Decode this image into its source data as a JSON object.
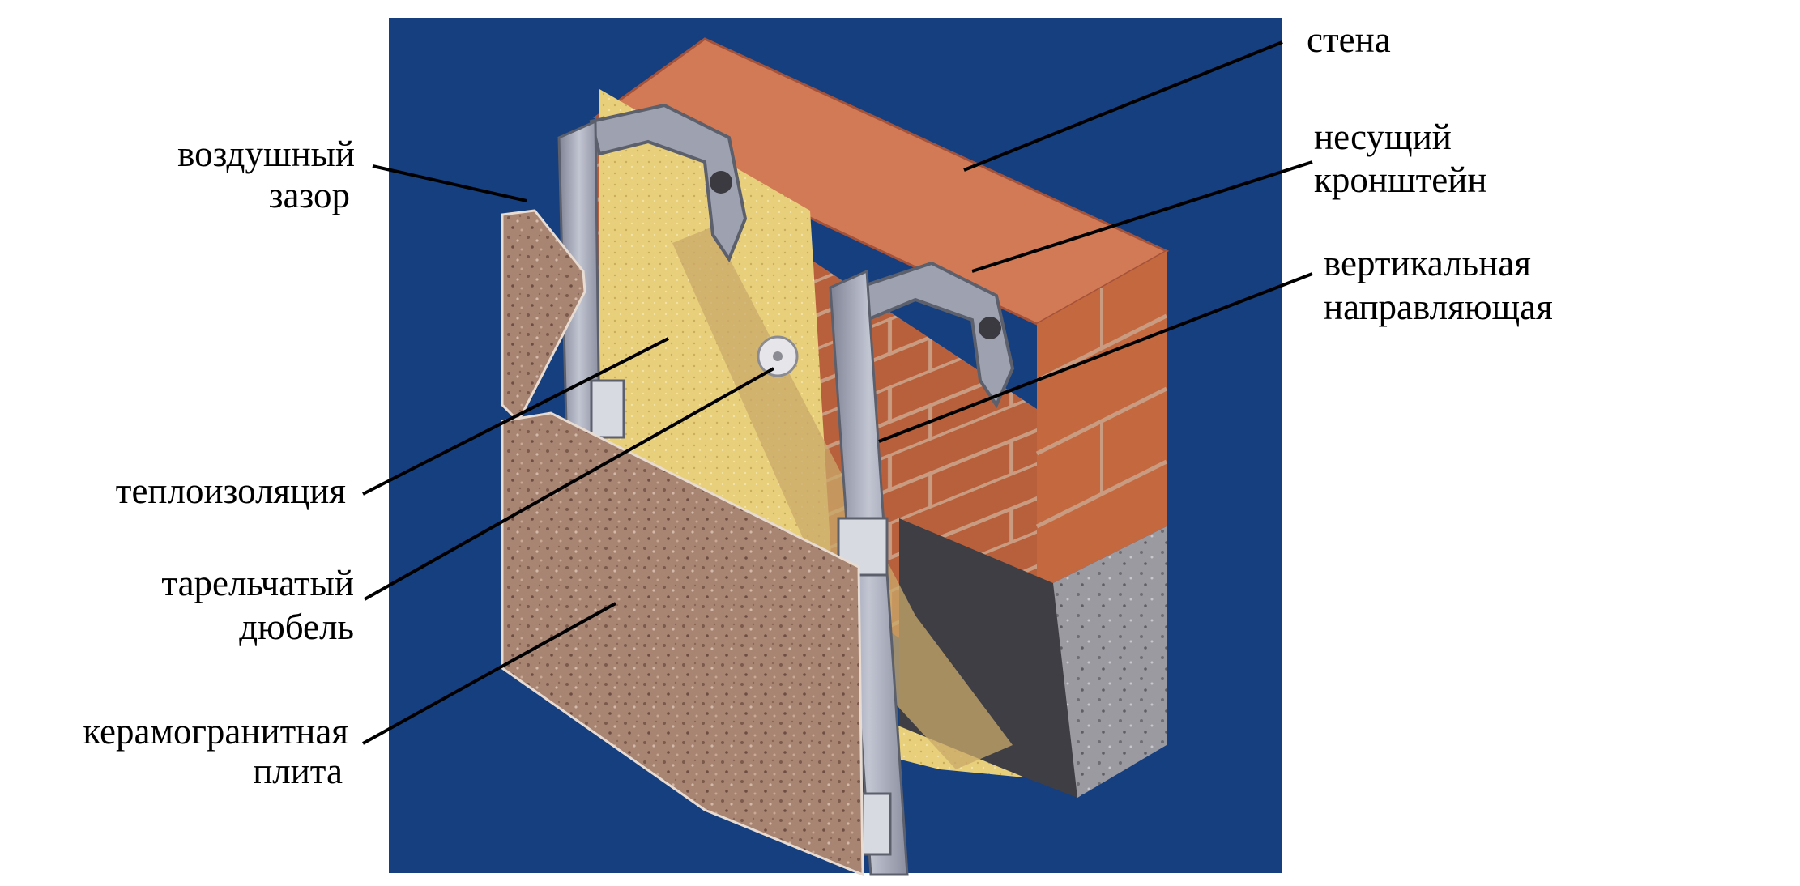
{
  "colors": {
    "background_panel": "#153f7f",
    "brick": "#b8603c",
    "brick_top": "#d27a55",
    "mortar": "#c99b80",
    "insulation": "#e7cf7c",
    "metal": "#9ea1b0",
    "granite": "#a88472",
    "concrete": "#9a9aa0",
    "leader_line": "#000000"
  },
  "labels": {
    "wall": "стена",
    "bracket_1": "несущий",
    "bracket_2": "кронштейн",
    "guide_1": "вертикальная",
    "guide_2": "направляющая",
    "air_gap_1": "воздушный",
    "air_gap_2": "зазор",
    "insulation": "теплоизоляция",
    "dowel_1": "тарельчатый",
    "dowel_2": "дюбель",
    "slab_1": "керамогранитная",
    "slab_2": "плита"
  }
}
